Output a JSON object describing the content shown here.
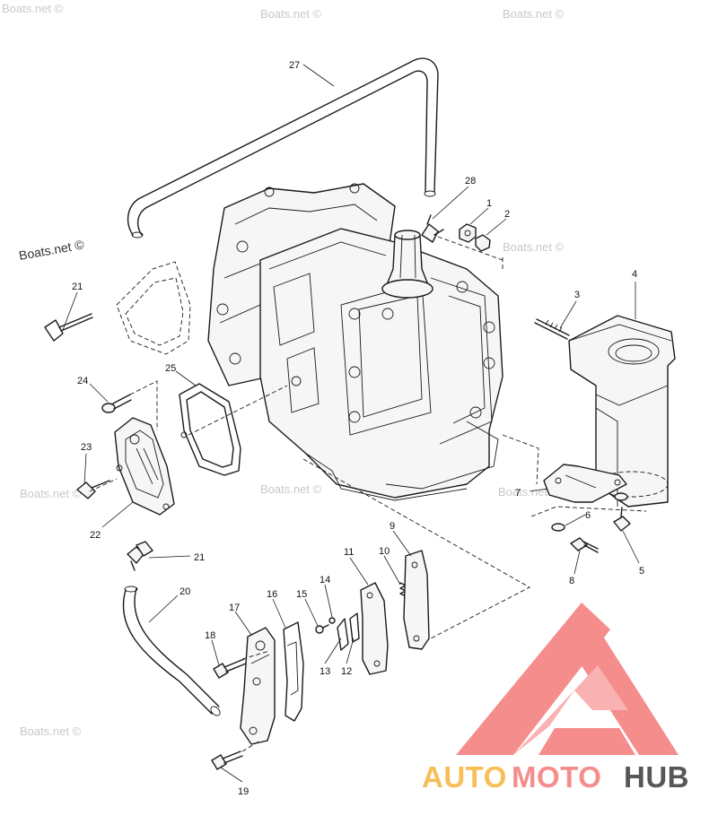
{
  "watermarks": [
    {
      "text": "Boats.net ©",
      "variant": "light"
    },
    {
      "text": "Boats.net ©",
      "variant": "light"
    },
    {
      "text": "Boats.net ©",
      "variant": "dark"
    },
    {
      "text": "Boats.net ©",
      "variant": "light"
    },
    {
      "text": "Boats.net ©",
      "variant": "light"
    },
    {
      "text": "Boats.net ©",
      "variant": "light"
    },
    {
      "text": "Boats.net ©",
      "variant": "light"
    },
    {
      "text": "Boats.net ©",
      "variant": "light"
    },
    {
      "text": "Boats.net ©",
      "variant": "light"
    }
  ],
  "callouts": [
    "27",
    "28",
    "1",
    "2",
    "3",
    "4",
    "21",
    "24",
    "25",
    "23",
    "22",
    "7",
    "6",
    "5",
    "8",
    "21",
    "9",
    "10",
    "11",
    "14",
    "15",
    "16",
    "17",
    "20",
    "18",
    "13",
    "12",
    "19"
  ],
  "logo": {
    "part1": "AUTO",
    "part2": "MOTO",
    "part3": "HUB",
    "color_orange": "#f7b33b",
    "color_red": "#f47a7a",
    "color_dark": "#3a3a3a"
  }
}
